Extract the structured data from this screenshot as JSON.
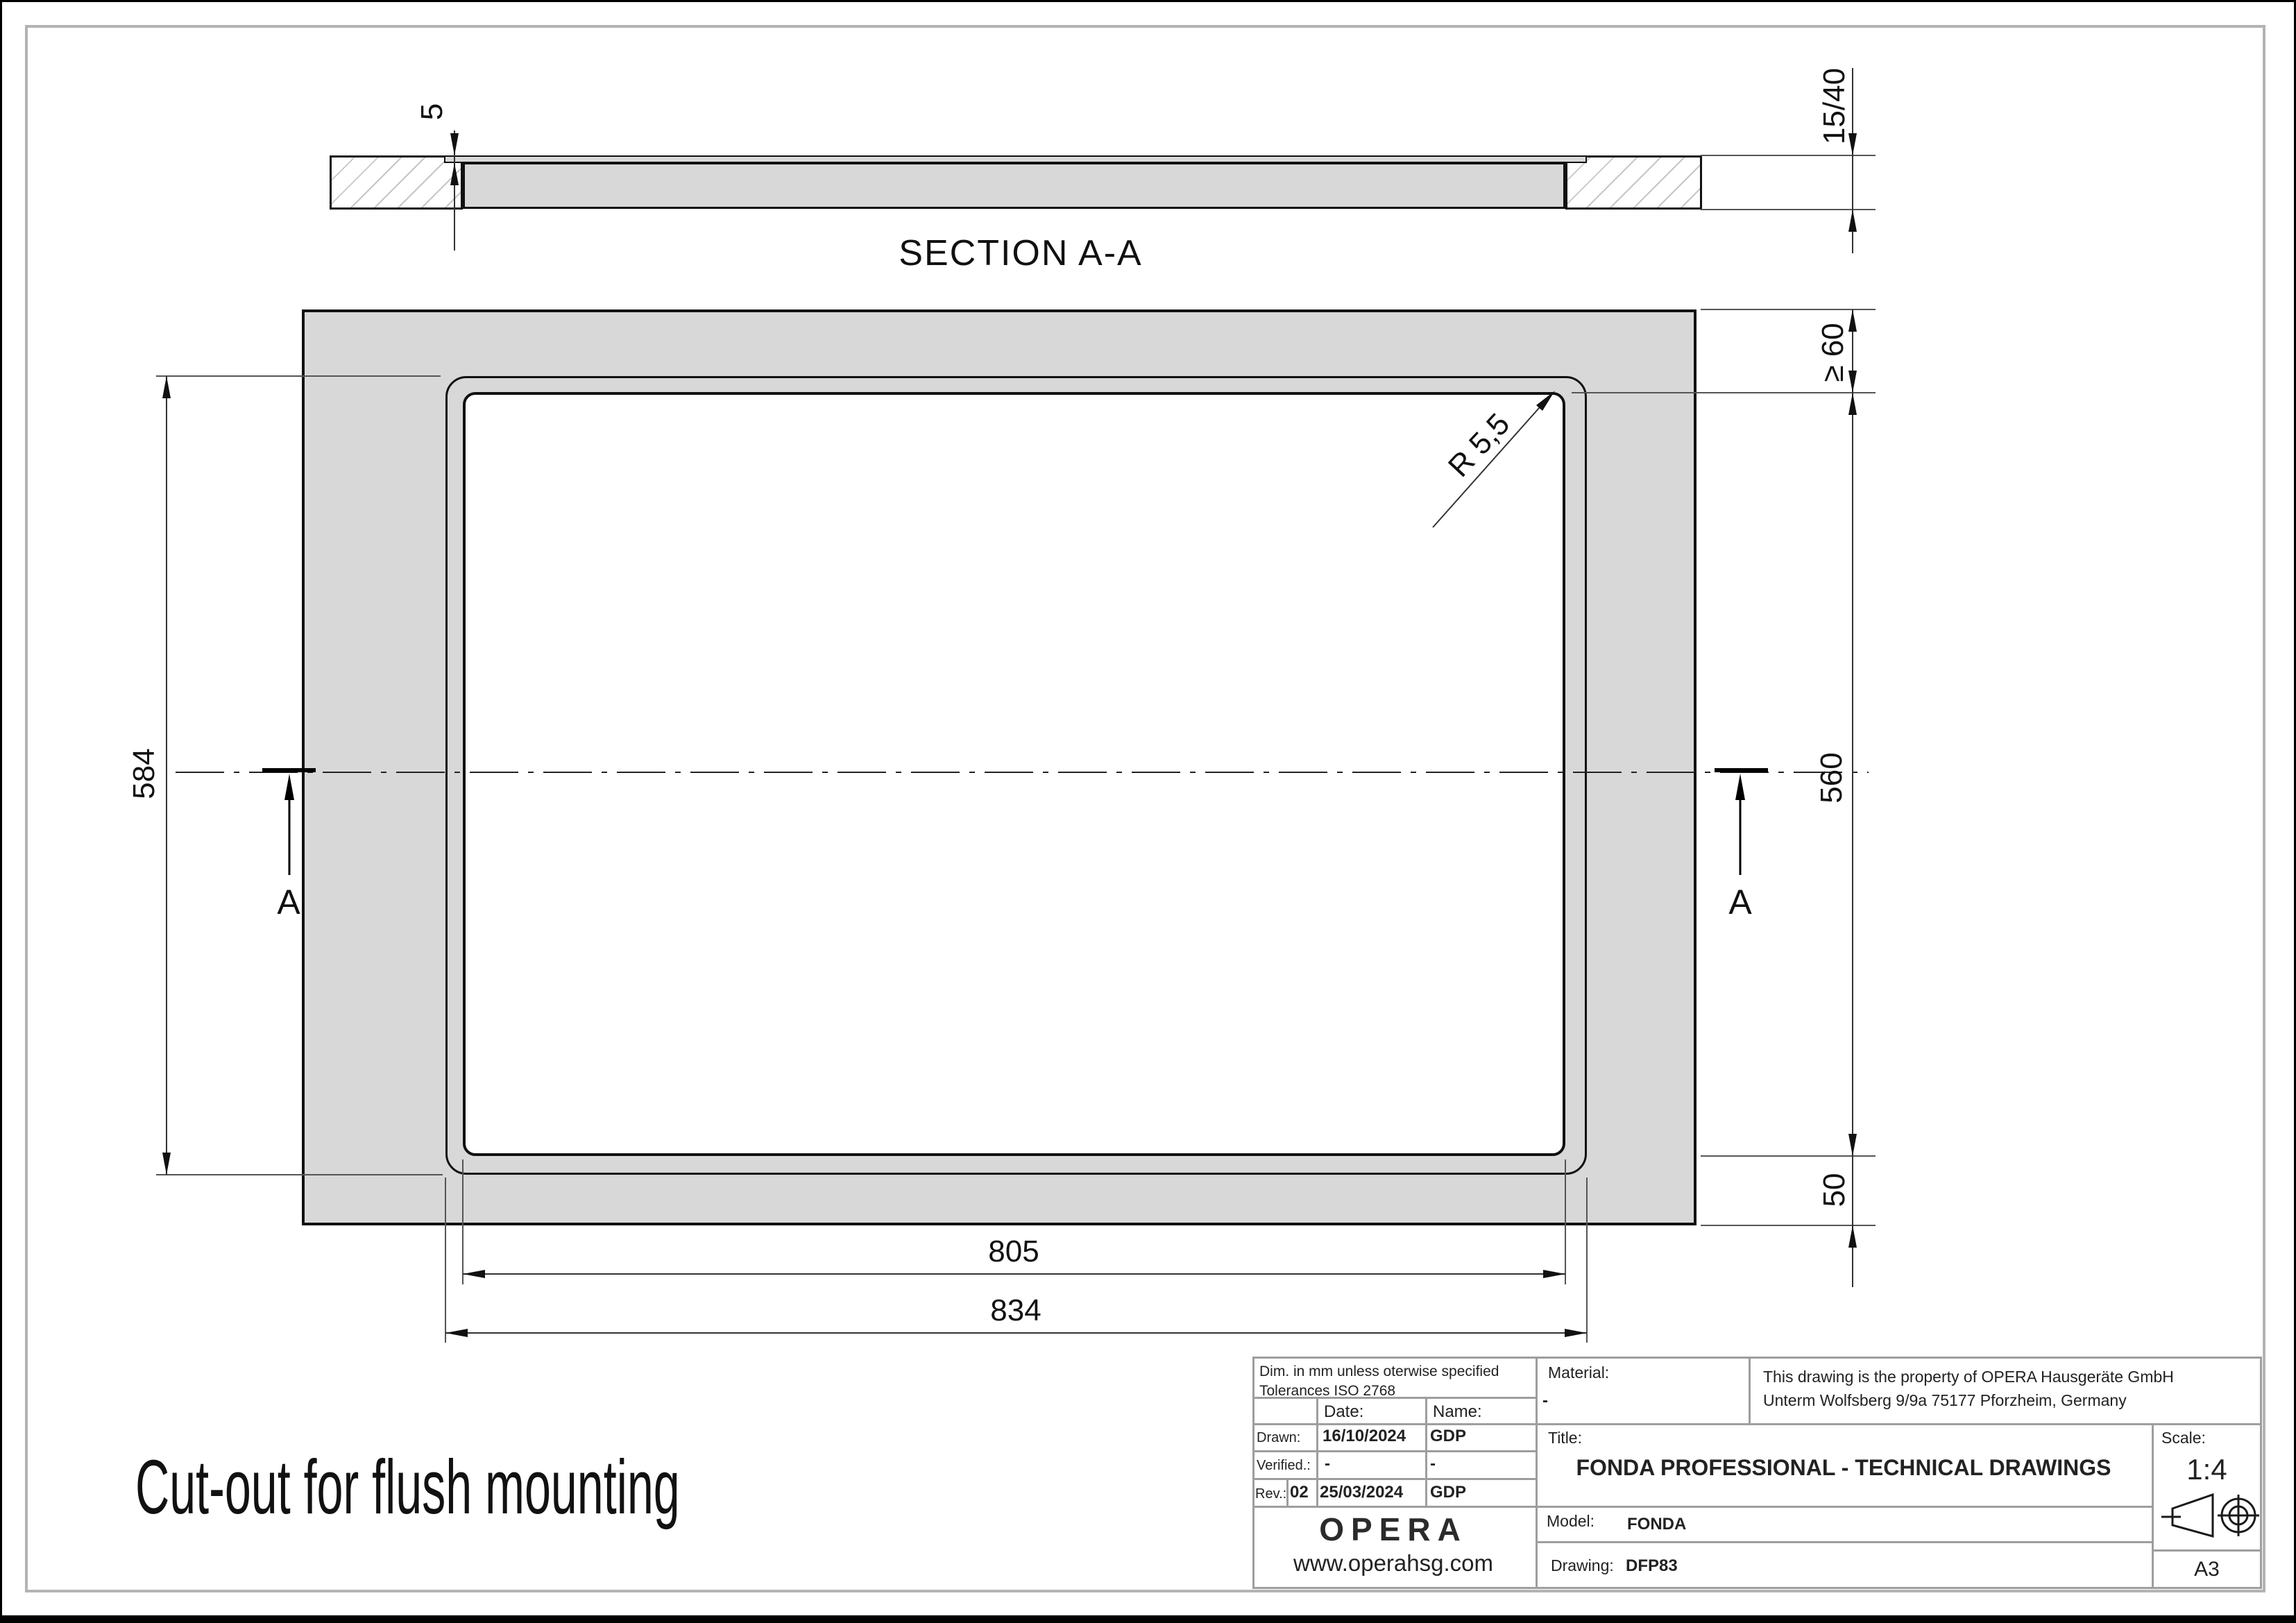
{
  "caption": "Cut-out for flush mounting",
  "colors": {
    "plate_fill": "#d8d8d8",
    "line_black": "#111111",
    "frame_gray": "#b3b3b3",
    "titleblock_gray": "#9e9e9e"
  },
  "section_view": {
    "title": "SECTION A-A",
    "dim_flange_thickness": "5",
    "dim_worktop_thickness": "15/40"
  },
  "plan_view": {
    "dim_recess_height": "584",
    "dim_cutout_height": "560",
    "dim_min_top_clearance": "≥ 60",
    "dim_bottom_clearance": "50",
    "dim_cutout_width": "805",
    "dim_recess_width": "834",
    "dim_corner_radius": "R 5,5",
    "section_marker_left": "A",
    "section_marker_right": "A"
  },
  "title_block": {
    "tolerance_line1": "Dim. in mm unless oterwise specified",
    "tolerance_line2": "Tolerances ISO 2768",
    "header_date": "Date:",
    "header_name": "Name:",
    "row_drawn": {
      "label": "Drawn:",
      "date": "16/10/2024",
      "name": "GDP"
    },
    "row_verified": {
      "label": "Verified.:",
      "date": "-",
      "name": "-"
    },
    "row_rev": {
      "label": "Rev.:",
      "rev": "02",
      "date": "25/03/2024",
      "name": "GDP"
    },
    "logo": "OPERA",
    "website": "www.operahsg.com",
    "material_label": "Material:",
    "material_value": "-",
    "property_line1": "This drawing is the property of OPERA Hausgeräte GmbH",
    "property_line2": "Unterm Wolfsberg 9/9a 75177 Pforzheim, Germany",
    "title_label": "Title:",
    "title_value": "FONDA PROFESSIONAL - TECHNICAL DRAWINGS",
    "scale_label": "Scale:",
    "scale_value": "1:4",
    "model_label": "Model:",
    "model_value": "FONDA",
    "drawing_label": "Drawing:",
    "drawing_value": "DFP83",
    "sheet_size": "A3"
  }
}
